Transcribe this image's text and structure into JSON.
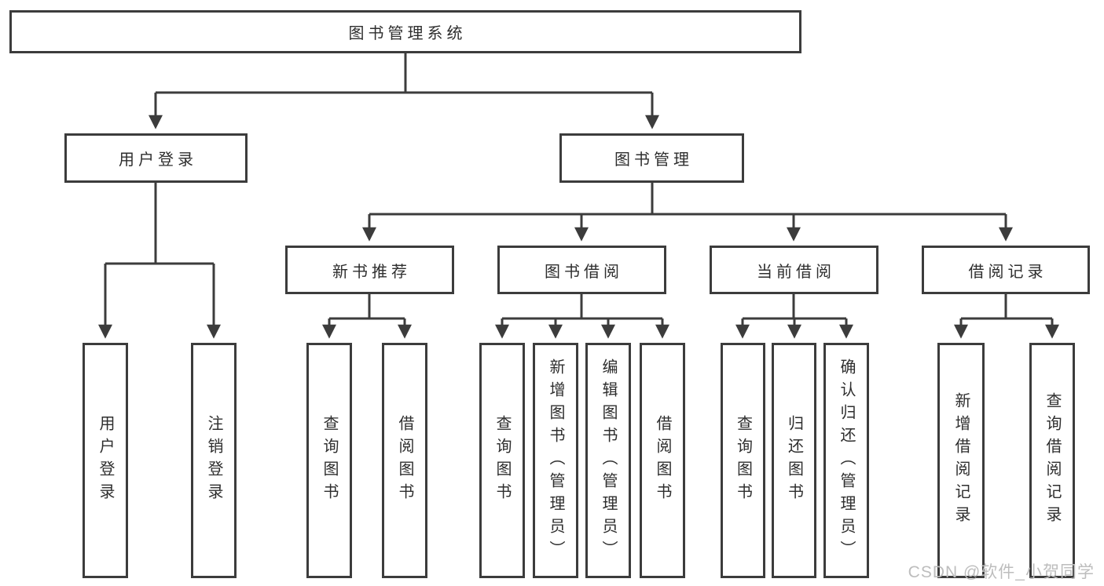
{
  "diagram": {
    "title": "图书管理系统",
    "watermark": "CSDN @软件_小贺同学",
    "colors": {
      "line": "#3c3c3c",
      "text": "#2e2e2e",
      "watermark": "#bdbdbd",
      "background": "#ffffff"
    },
    "tree": {
      "label": "图书管理系统",
      "children": [
        {
          "label": "用户登录",
          "children": [
            {
              "label": "用户登录"
            },
            {
              "label": "注销登录"
            }
          ]
        },
        {
          "label": "图书管理",
          "children": [
            {
              "label": "新书推荐",
              "children": [
                {
                  "label": "查询图书"
                },
                {
                  "label": "借阅图书"
                }
              ]
            },
            {
              "label": "图书借阅",
              "children": [
                {
                  "label": "查询图书"
                },
                {
                  "label": "新增图书（管理员）"
                },
                {
                  "label": "编辑图书（管理员）"
                },
                {
                  "label": "借阅图书"
                }
              ]
            },
            {
              "label": "当前借阅",
              "children": [
                {
                  "label": "查询图书"
                },
                {
                  "label": "归还图书"
                },
                {
                  "label": "确认归还（管理员）"
                }
              ]
            },
            {
              "label": "借阅记录",
              "children": [
                {
                  "label": "新增借阅记录"
                },
                {
                  "label": "查询借阅记录"
                }
              ]
            }
          ]
        }
      ]
    }
  }
}
